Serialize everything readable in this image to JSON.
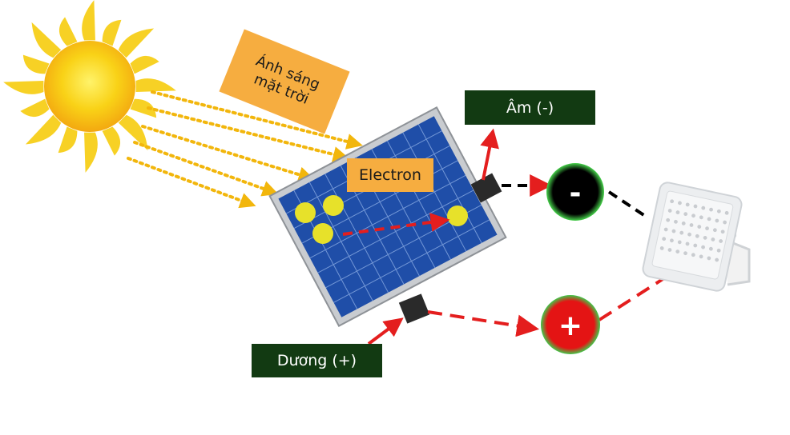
{
  "labels": {
    "sunlight_line1": "Ánh sáng",
    "sunlight_line2": "mặt trời",
    "electron": "Electron",
    "negative_terminal": "Âm (-)",
    "positive_terminal": "Dương (+)",
    "minus_sign": "-",
    "plus_sign": "+"
  },
  "colors": {
    "sun": "#f7d31a",
    "sun_core": "#f8c413",
    "sunlight_box": "#f6ad40",
    "terminal_box": "#123a12",
    "panel_cell": "#1f4ea8",
    "panel_frame": "#b9bcc0",
    "electron_dot": "#e7e12a",
    "arrow_red": "#e41e1e",
    "negative_node": "#000000",
    "positive_node": "#e41414",
    "node_glow": "#46d24a"
  },
  "icons": {
    "sun": "sun-icon",
    "solar_panel": "solar-panel-icon",
    "flood_light": "led-flood-light-icon"
  }
}
